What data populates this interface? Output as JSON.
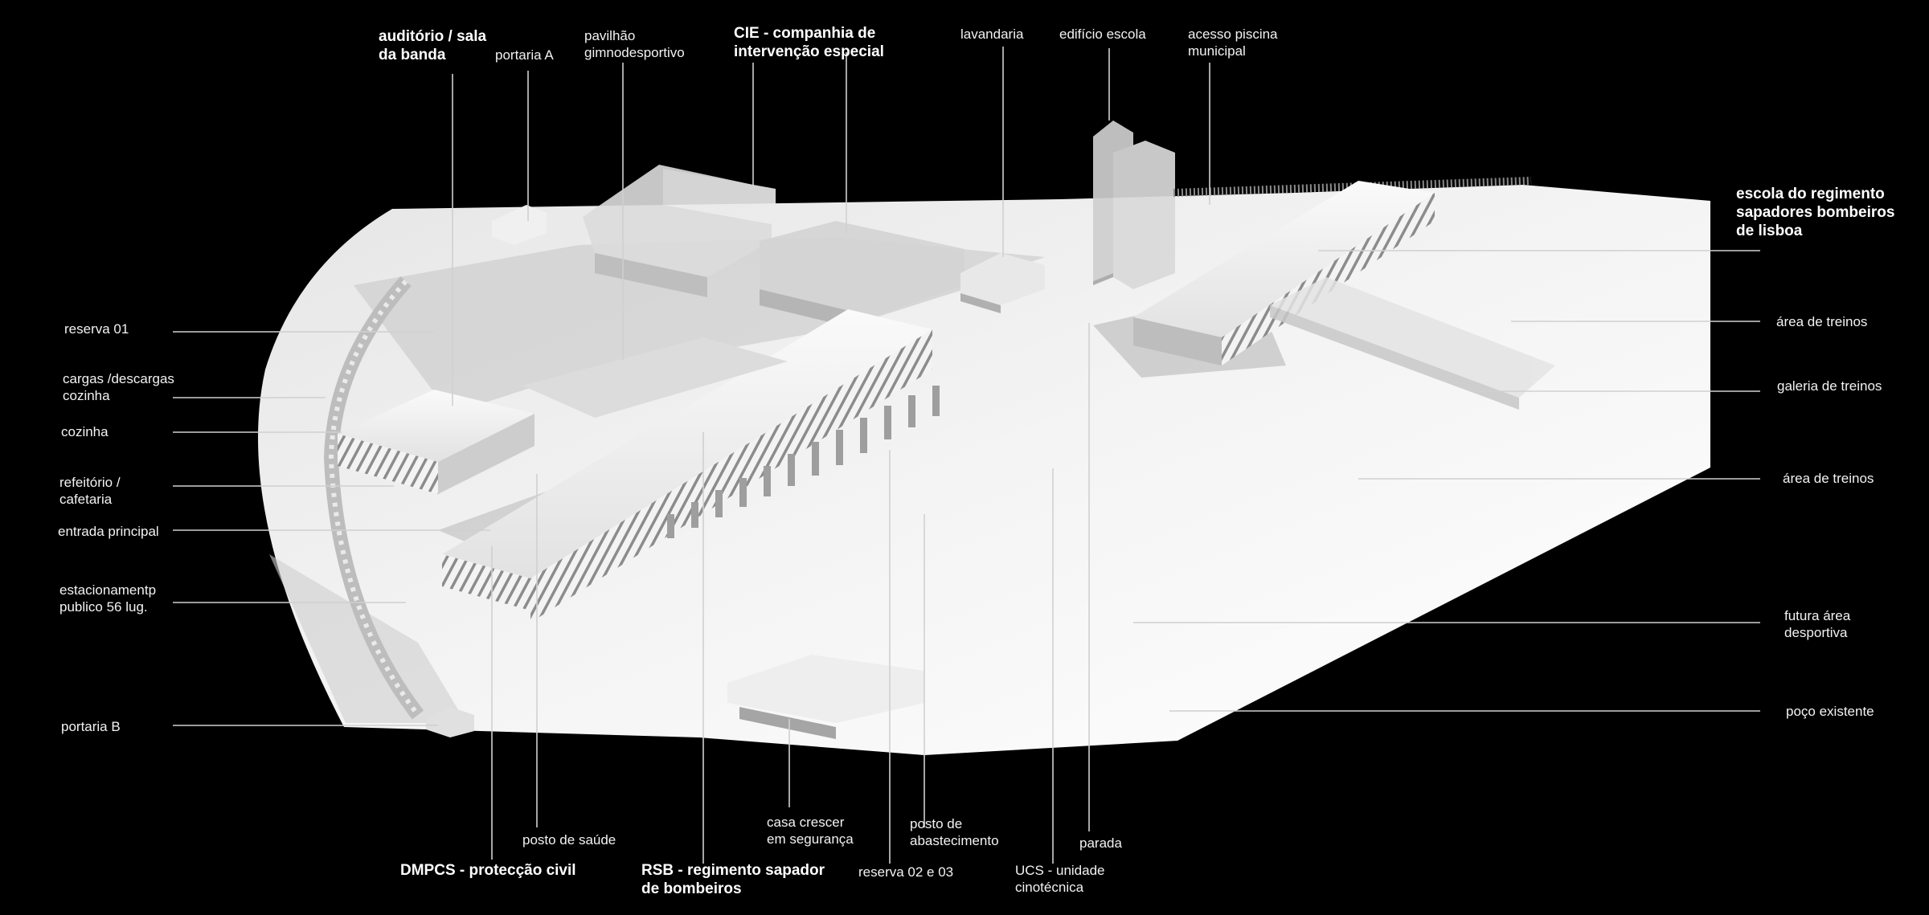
{
  "labels": {
    "auditorio": "auditório / sala\nda banda",
    "portaria_a": "portaria A",
    "pavilhao": "pavilhão\ngimnodesportivo",
    "cie": "CIE - companhia de\nintervenção especial",
    "lavandaria": "lavandaria",
    "edificio_escola": "edifício escola",
    "acesso_piscina": "acesso piscina\nmunicipal",
    "escola_regimento": "escola do regimento\nsapadores bombeiros\nde lisboa",
    "reserva_01": "reserva 01",
    "cargas": "cargas /descargas\ncozinha",
    "cozinha": "cozinha",
    "refeitorio": "refeitório /\ncafetaria",
    "entrada": "entrada principal",
    "estacionamento": "estacionamentp\npublico 56 lug.",
    "portaria_b": "portaria B",
    "area_treinos_1": "área de treinos",
    "galeria_treinos": "galeria de treinos",
    "area_treinos_2": "área de treinos",
    "futura_area": "futura área\ndesportiva",
    "poco": "poço existente",
    "posto_saude": "posto de saúde",
    "dmpcs": "DMPCS - protecção civil",
    "rsb": "RSB - regimento sapador\nde bombeiros",
    "casa_crescer": "casa crescer\nem segurança",
    "reserva_02": "reserva 02 e 03",
    "posto_abastecimento": "posto de\nabastecimento",
    "ucs": "UCS - unidade\ncinotécnica",
    "parada": "parada"
  }
}
